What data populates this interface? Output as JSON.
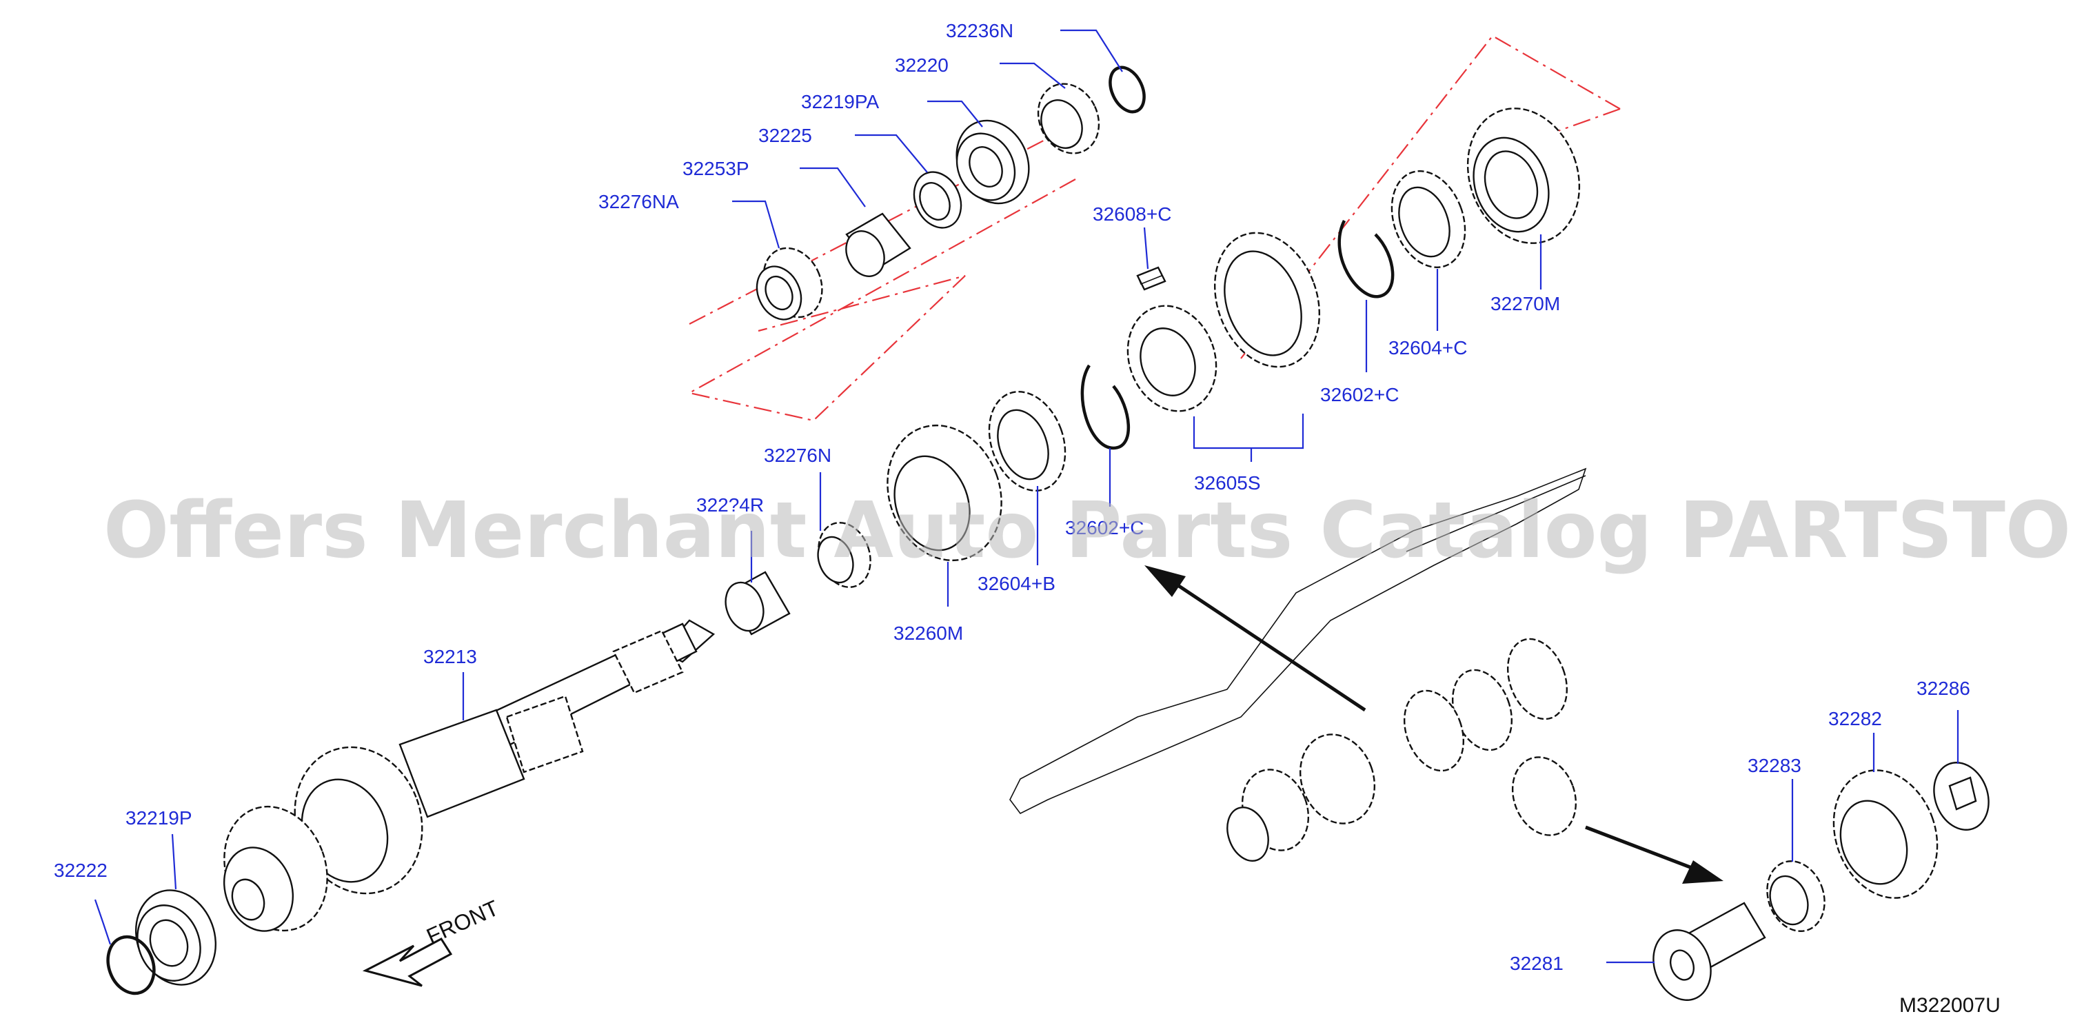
{
  "callouts": [
    {
      "id": "32236N",
      "label": "32236N"
    },
    {
      "id": "32220",
      "label": "32220"
    },
    {
      "id": "32219PA",
      "label": "32219PA"
    },
    {
      "id": "32225",
      "label": "32225"
    },
    {
      "id": "32253P",
      "label": "32253P"
    },
    {
      "id": "32276NA",
      "label": "32276NA"
    },
    {
      "id": "32608C",
      "label": "32608+C"
    },
    {
      "id": "32270M",
      "label": "32270M"
    },
    {
      "id": "32604C",
      "label": "32604+C"
    },
    {
      "id": "32602C_top",
      "label": "32602+C"
    },
    {
      "id": "32605S",
      "label": "32605S"
    },
    {
      "id": "32276N",
      "label": "32276N"
    },
    {
      "id": "3227xR",
      "label": "322?4R"
    },
    {
      "id": "32602C_mid",
      "label": "32602+C"
    },
    {
      "id": "32604B",
      "label": "32604+B"
    },
    {
      "id": "32260M",
      "label": "32260M"
    },
    {
      "id": "32213",
      "label": "32213"
    },
    {
      "id": "32219P",
      "label": "32219P"
    },
    {
      "id": "32222",
      "label": "32222"
    },
    {
      "id": "32286",
      "label": "32286"
    },
    {
      "id": "32282",
      "label": "32282"
    },
    {
      "id": "32283",
      "label": "32283"
    },
    {
      "id": "32281",
      "label": "32281"
    }
  ],
  "front_label": "FRONT",
  "diagram_ref": "M322007U",
  "watermark": "Offers Merchant Auto Parts Catalog PARTSTORE.SA",
  "colors": {
    "callout_text": "#1f2bd6",
    "leader_line": "#1f2bd6",
    "outline": "#111111",
    "phantom_box": "#e8343a",
    "watermark": "#b9b9b9"
  },
  "icons": [
    "front-arrow-icon",
    "direction-arrow-icon"
  ]
}
